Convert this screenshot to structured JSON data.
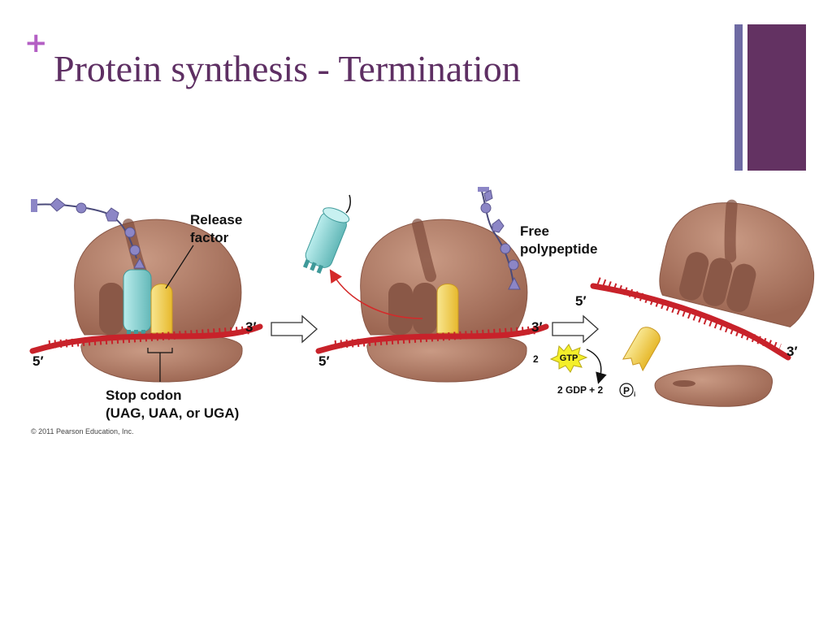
{
  "slide": {
    "plus_symbol": "+",
    "title": "Protein synthesis - Termination",
    "accent_color": "#b45fc4",
    "title_color": "#5e2f63",
    "bar_colors": [
      "#6e6aa3",
      "#633262"
    ]
  },
  "figure": {
    "step1": {
      "release_factor_line1": "Release",
      "release_factor_line2": "factor",
      "end_3": "3′",
      "end_5": "5′",
      "stop_codon_line1": "Stop codon",
      "stop_codon_line2": "(UAG, UAA, or UGA)"
    },
    "step2": {
      "free_polypeptide_line1": "Free",
      "free_polypeptide_line2": "polypeptide",
      "end_3": "3′",
      "end_5": "5′",
      "gtp_coefficient": "2",
      "gtp": "GTP",
      "gdp_products": "2  GDP  +  2",
      "phosphate_symbol": "P",
      "phosphate_subscript": "i"
    },
    "step3": {
      "end_5": "5′",
      "end_3": "3′"
    },
    "copyright": "© 2011 Pearson Education, Inc.",
    "colors": {
      "ribosome": "#b27a62",
      "ribosome_dark": "#8a5847",
      "mrna": "#c8222a",
      "release_factor": "#f2cf4a",
      "trna": "#8fd3d3",
      "amino_acid": "#8c86c6",
      "gtp_star": "#f4ef2a"
    }
  }
}
